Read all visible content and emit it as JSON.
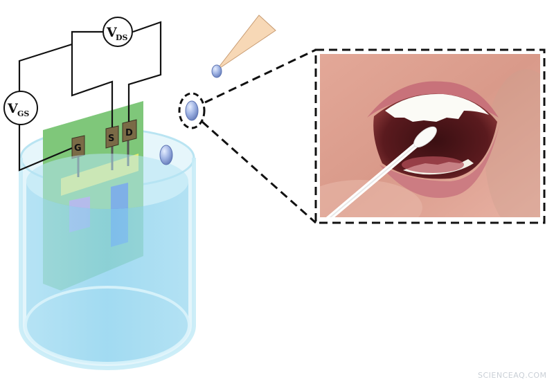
{
  "labels": {
    "vds_main": "V",
    "vds_sub": "DS",
    "vgs_main": "V",
    "vgs_sub": "GS",
    "gate": "G",
    "source": "S",
    "drain": "D"
  },
  "watermark": "SCIENCEAQ.COM",
  "colors": {
    "chip": "#7fc77a",
    "gate_pad": "#b78be0",
    "channel": "#f3f06a",
    "drain_pad": "#3f72d8",
    "pin": "#7a6a46",
    "liquid": "#8fd3ef",
    "beaker_rim": "#bfe9f6",
    "droplet": "#9fb3e3",
    "pipette": "#f7d8b6",
    "callout": "#111111"
  }
}
